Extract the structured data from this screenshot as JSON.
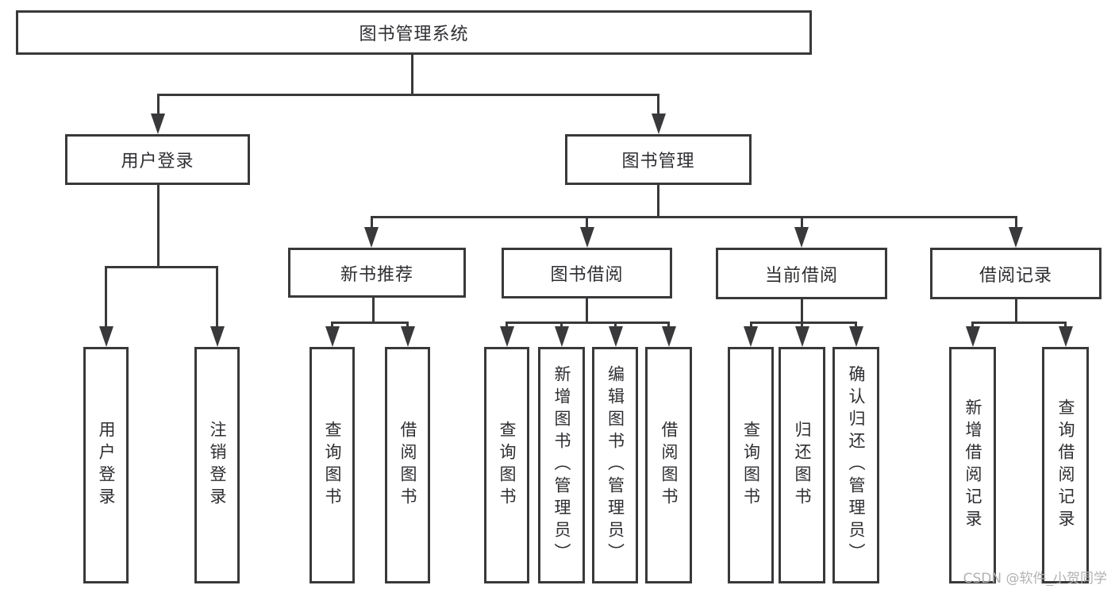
{
  "tree": {
    "label": "图书管理系统",
    "children": [
      {
        "label": "用户登录",
        "children": [
          {
            "label": "用户登录"
          },
          {
            "label": "注销登录"
          }
        ]
      },
      {
        "label": "图书管理",
        "children": [
          {
            "label": "新书推荐",
            "children": [
              {
                "label": "查询图书"
              },
              {
                "label": "借阅图书"
              }
            ]
          },
          {
            "label": "图书借阅",
            "children": [
              {
                "label": "查询图书"
              },
              {
                "label": "新增图书（管理员）"
              },
              {
                "label": "编辑图书（管理员）"
              },
              {
                "label": "借阅图书"
              }
            ]
          },
          {
            "label": "当前借阅",
            "children": [
              {
                "label": "查询图书"
              },
              {
                "label": "归还图书"
              },
              {
                "label": "确认归还（管理员）"
              }
            ]
          },
          {
            "label": "借阅记录",
            "children": [
              {
                "label": "新增借阅记录"
              },
              {
                "label": "查询借阅记录"
              }
            ]
          }
        ]
      }
    ]
  },
  "watermark": "CSDN @软件_小贺同学",
  "colors": {
    "line": "#39393b",
    "text": "#2e2e32",
    "box_background": "#ffffff",
    "watermark": "#b2b2b2",
    "background": "#ffffff"
  }
}
